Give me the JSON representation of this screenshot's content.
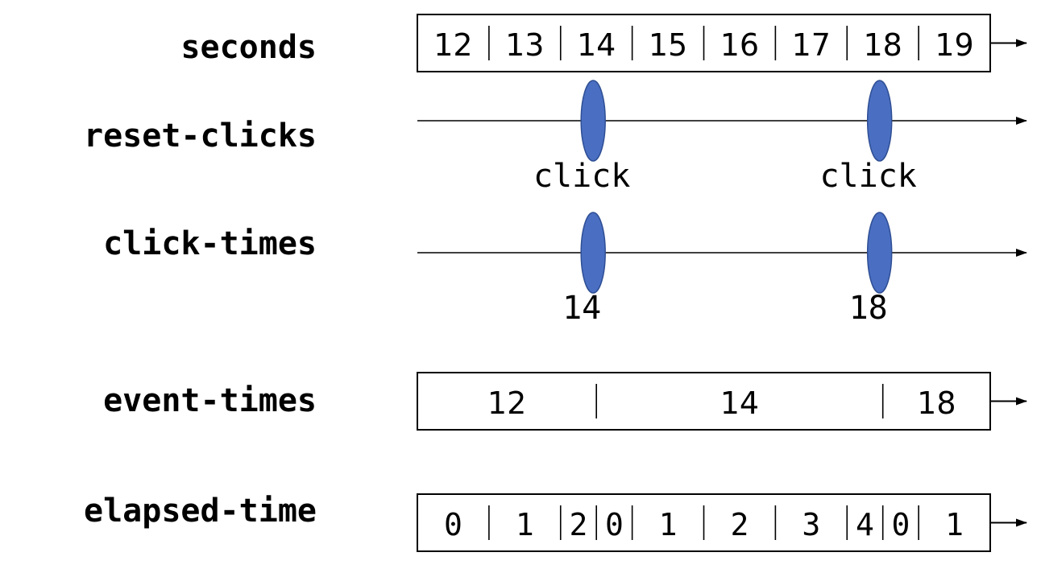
{
  "rows": [
    {
      "label": "seconds",
      "kind": "stream",
      "timeline": "seconds",
      "cells": [
        "12",
        "13",
        "14",
        "15",
        "16",
        "17",
        "18",
        "19"
      ]
    },
    {
      "label": "reset-clicks",
      "kind": "events",
      "events": [
        {
          "time": 14.5,
          "label": "click"
        },
        {
          "time": 18.5,
          "label": "click"
        }
      ]
    },
    {
      "label": "click-times",
      "kind": "events",
      "events": [
        {
          "time": 14.5,
          "label": "14"
        },
        {
          "time": 18.5,
          "label": "18"
        }
      ]
    },
    {
      "label": "event-times",
      "kind": "segments",
      "segments": [
        {
          "start": 12,
          "end": 14.5,
          "value": "12"
        },
        {
          "start": 14.5,
          "end": 18.5,
          "value": "14"
        },
        {
          "start": 18.5,
          "end": 20,
          "value": "18"
        }
      ]
    },
    {
      "label": "elapsed-time",
      "kind": "segments",
      "segments": [
        {
          "start": 12,
          "end": 13,
          "value": "0"
        },
        {
          "start": 13,
          "end": 14,
          "value": "1"
        },
        {
          "start": 14,
          "end": 14.5,
          "value": "2"
        },
        {
          "start": 14.5,
          "end": 15,
          "value": "0"
        },
        {
          "start": 15,
          "end": 16,
          "value": "1"
        },
        {
          "start": 16,
          "end": 17,
          "value": "2"
        },
        {
          "start": 17,
          "end": 18,
          "value": "3"
        },
        {
          "start": 18,
          "end": 18.5,
          "value": "4"
        },
        {
          "start": 18.5,
          "end": 19,
          "value": "0"
        },
        {
          "start": 19,
          "end": 20,
          "value": "1"
        }
      ]
    }
  ],
  "time_range": [
    12,
    20
  ],
  "colors": {
    "event_fill": "#4a6fc2",
    "event_stroke": "#2f4f95",
    "line": "#000000"
  }
}
